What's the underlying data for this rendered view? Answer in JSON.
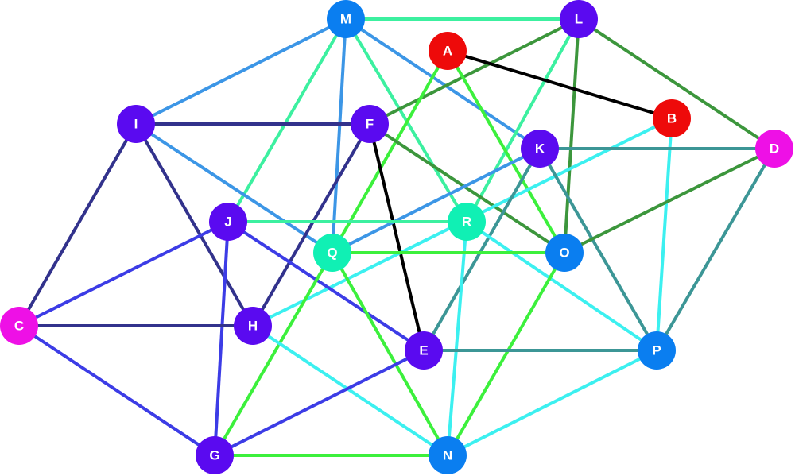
{
  "nodes": [
    {
      "id": "M",
      "label": "M",
      "color": "#0a7ef0"
    },
    {
      "id": "L",
      "label": "L",
      "color": "#5a0af0"
    },
    {
      "id": "A",
      "label": "A",
      "color": "#ee0a0a"
    },
    {
      "id": "I",
      "label": "I",
      "color": "#5a0af0"
    },
    {
      "id": "F",
      "label": "F",
      "color": "#5a0af0"
    },
    {
      "id": "B",
      "label": "B",
      "color": "#ee0a0a"
    },
    {
      "id": "K",
      "label": "K",
      "color": "#5a0af0"
    },
    {
      "id": "D",
      "label": "D",
      "color": "#ee10e6"
    },
    {
      "id": "J",
      "label": "J",
      "color": "#5a0af0"
    },
    {
      "id": "R",
      "label": "R",
      "color": "#10f0b4"
    },
    {
      "id": "Q",
      "label": "Q",
      "color": "#10f0b4"
    },
    {
      "id": "O",
      "label": "O",
      "color": "#0a7ef0"
    },
    {
      "id": "C",
      "label": "C",
      "color": "#ee10e6"
    },
    {
      "id": "H",
      "label": "H",
      "color": "#5a0af0"
    },
    {
      "id": "E",
      "label": "E",
      "color": "#5a0af0"
    },
    {
      "id": "P",
      "label": "P",
      "color": "#0a7ef0"
    },
    {
      "id": "G",
      "label": "G",
      "color": "#5a0af0"
    },
    {
      "id": "N",
      "label": "N",
      "color": "#0a7ef0"
    }
  ],
  "edges": [
    {
      "from": "M",
      "to": "L",
      "color": "#3cf0a0"
    },
    {
      "from": "M",
      "to": "I",
      "color": "#3c96e6"
    },
    {
      "from": "M",
      "to": "Q",
      "color": "#3c96e6"
    },
    {
      "from": "M",
      "to": "K",
      "color": "#3c96e6"
    },
    {
      "from": "M",
      "to": "J",
      "color": "#3cf0a0"
    },
    {
      "from": "M",
      "to": "R",
      "color": "#3cf0a0"
    },
    {
      "from": "L",
      "to": "F",
      "color": "#3c963c"
    },
    {
      "from": "L",
      "to": "O",
      "color": "#3c963c"
    },
    {
      "from": "L",
      "to": "D",
      "color": "#3c963c"
    },
    {
      "from": "L",
      "to": "R",
      "color": "#3cf0a0"
    },
    {
      "from": "A",
      "to": "B",
      "color": "#000000"
    },
    {
      "from": "A",
      "to": "Q",
      "color": "#3cf03c"
    },
    {
      "from": "A",
      "to": "O",
      "color": "#3cf03c"
    },
    {
      "from": "I",
      "to": "F",
      "color": "#32328c"
    },
    {
      "from": "I",
      "to": "C",
      "color": "#32328c"
    },
    {
      "from": "I",
      "to": "H",
      "color": "#32328c"
    },
    {
      "from": "I",
      "to": "Q",
      "color": "#3c96e6"
    },
    {
      "from": "F",
      "to": "E",
      "color": "#000000"
    },
    {
      "from": "F",
      "to": "H",
      "color": "#32328c"
    },
    {
      "from": "F",
      "to": "O",
      "color": "#3c963c"
    },
    {
      "from": "B",
      "to": "H",
      "color": "#3cf0f0"
    },
    {
      "from": "B",
      "to": "P",
      "color": "#3cf0f0"
    },
    {
      "from": "K",
      "to": "D",
      "color": "#3c9696"
    },
    {
      "from": "K",
      "to": "Q",
      "color": "#3c96e6"
    },
    {
      "from": "K",
      "to": "E",
      "color": "#3c9696"
    },
    {
      "from": "K",
      "to": "P",
      "color": "#3c9696"
    },
    {
      "from": "D",
      "to": "O",
      "color": "#3c963c"
    },
    {
      "from": "D",
      "to": "P",
      "color": "#3c9696"
    },
    {
      "from": "J",
      "to": "R",
      "color": "#3cf0a0"
    },
    {
      "from": "J",
      "to": "C",
      "color": "#3c3ce6"
    },
    {
      "from": "J",
      "to": "E",
      "color": "#3c3ce6"
    },
    {
      "from": "J",
      "to": "G",
      "color": "#3c3ce6"
    },
    {
      "from": "R",
      "to": "P",
      "color": "#3cf0f0"
    },
    {
      "from": "R",
      "to": "N",
      "color": "#3cf0f0"
    },
    {
      "from": "Q",
      "to": "O",
      "color": "#3cf03c"
    },
    {
      "from": "Q",
      "to": "G",
      "color": "#3cf03c"
    },
    {
      "from": "Q",
      "to": "N",
      "color": "#3cf03c"
    },
    {
      "from": "O",
      "to": "N",
      "color": "#3cf03c"
    },
    {
      "from": "C",
      "to": "H",
      "color": "#32328c"
    },
    {
      "from": "C",
      "to": "G",
      "color": "#3c3ce6"
    },
    {
      "from": "H",
      "to": "N",
      "color": "#3cf0f0"
    },
    {
      "from": "E",
      "to": "P",
      "color": "#3c9696"
    },
    {
      "from": "E",
      "to": "G",
      "color": "#3c3ce6"
    },
    {
      "from": "G",
      "to": "N",
      "color": "#3cf03c"
    },
    {
      "from": "P",
      "to": "N",
      "color": "#3cf0f0"
    }
  ]
}
